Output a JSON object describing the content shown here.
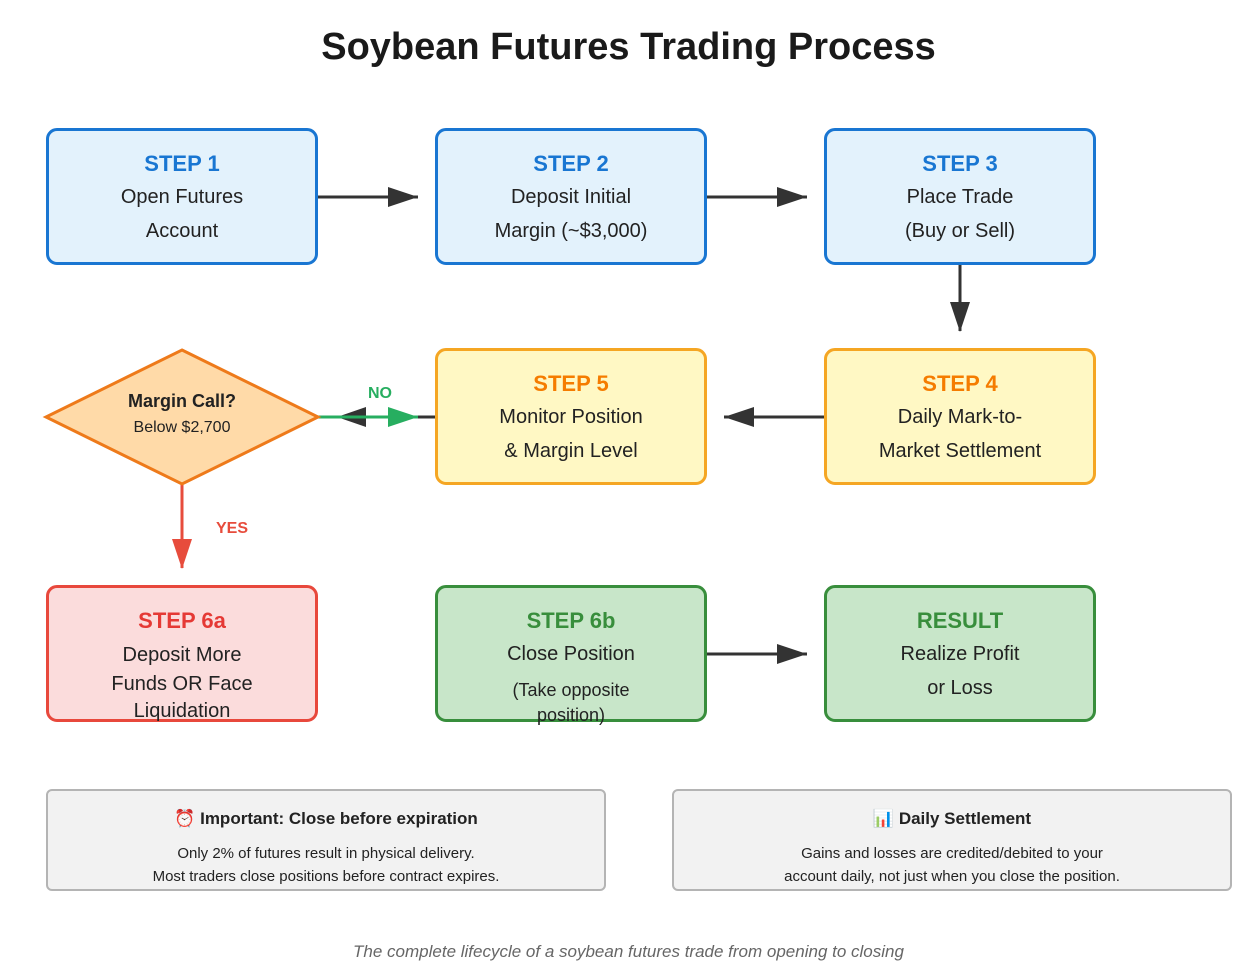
{
  "title": "Soybean Futures Trading Process",
  "steps": {
    "step1": {
      "label": "STEP 1",
      "lines": [
        "Open Futures",
        "Account"
      ]
    },
    "step2": {
      "label": "STEP 2",
      "lines": [
        "Deposit Initial",
        "Margin (~$3,000)"
      ]
    },
    "step3": {
      "label": "STEP 3",
      "lines": [
        "Place Trade",
        "(Buy or Sell)"
      ]
    },
    "step4": {
      "label": "STEP 4",
      "lines": [
        "Daily Mark-to-",
        "Market Settlement"
      ]
    },
    "step5": {
      "label": "STEP 5",
      "lines": [
        "Monitor Position",
        "& Margin Level"
      ]
    },
    "step6a": {
      "label": "STEP 6a",
      "lines": [
        "Deposit More",
        "Funds OR Face",
        "Liquidation"
      ]
    },
    "step6b": {
      "label": "STEP 6b",
      "lines": [
        "Close Position",
        "(Take opposite",
        "position)"
      ]
    },
    "result": {
      "label": "RESULT",
      "lines": [
        "Realize Profit",
        "or Loss"
      ]
    }
  },
  "decision": {
    "question": "Margin Call?",
    "condition": "Below $2,700",
    "no_label": "NO",
    "yes_label": "YES"
  },
  "notes": {
    "important": {
      "icon": "alarm-clock-icon",
      "emoji": "⏰",
      "title": "Important: Close before expiration",
      "lines": [
        "Only 2% of futures result in physical delivery.",
        "Most traders close positions before contract expires."
      ]
    },
    "settlement": {
      "icon": "bar-chart-icon",
      "emoji": "📊",
      "title": "Daily Settlement",
      "lines": [
        "Gains and losses are credited/debited to your",
        "account daily, not just when you close the position."
      ]
    }
  },
  "caption": "The complete lifecycle of a soybean futures trade from opening to closing",
  "colors": {
    "blue": "#1976d2",
    "yellow": "#f5a623",
    "red": "#e8483c",
    "green": "#388e3c",
    "diamond": "#ee7a1a"
  }
}
